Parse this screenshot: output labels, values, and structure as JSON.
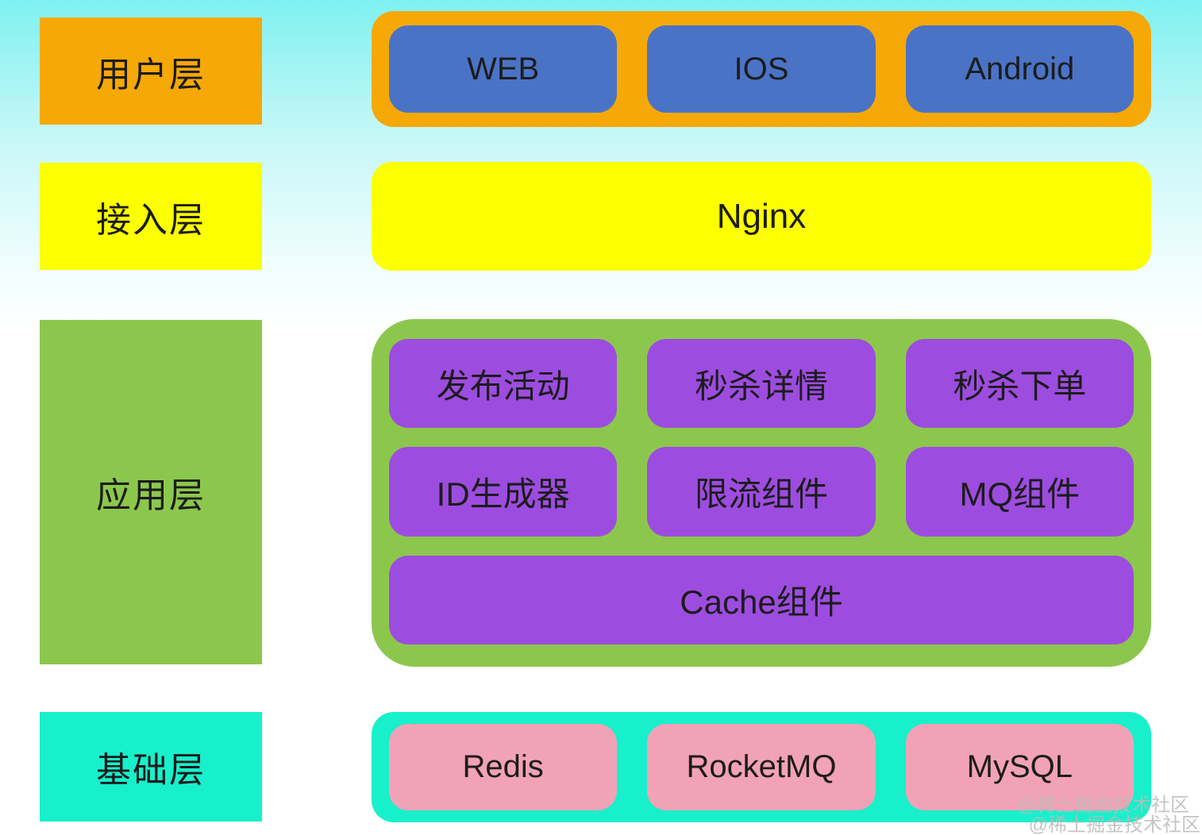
{
  "colors": {
    "background_top": "#7ff1f1",
    "background_bottom": "#ffffff",
    "user_layer": "#f6a806",
    "access_layer": "#fcff00",
    "app_layer": "#8cc74d",
    "base_layer": "#17f0cb",
    "client_box": "#4a73c6",
    "app_box": "#9d4ce0",
    "infra_box": "#f2a2b6",
    "text": "#1c1c1c",
    "watermark": "#bbbbbb"
  },
  "layers": {
    "user": {
      "label": "用户层",
      "items": [
        "WEB",
        "IOS",
        "Android"
      ]
    },
    "access": {
      "label": "接入层",
      "items": [
        "Nginx"
      ]
    },
    "app": {
      "label": "应用层",
      "rows": [
        [
          "发布活动",
          "秒杀详情",
          "秒杀下单"
        ],
        [
          "ID生成器",
          "限流组件",
          "MQ组件"
        ],
        [
          "Cache组件"
        ]
      ]
    },
    "base": {
      "label": "基础层",
      "items": [
        "Redis",
        "RocketMQ",
        "MySQL"
      ]
    }
  },
  "watermark": {
    "lines": [
      "@稀土掘金技术社区",
      "@稀土掘金技术社区"
    ]
  }
}
